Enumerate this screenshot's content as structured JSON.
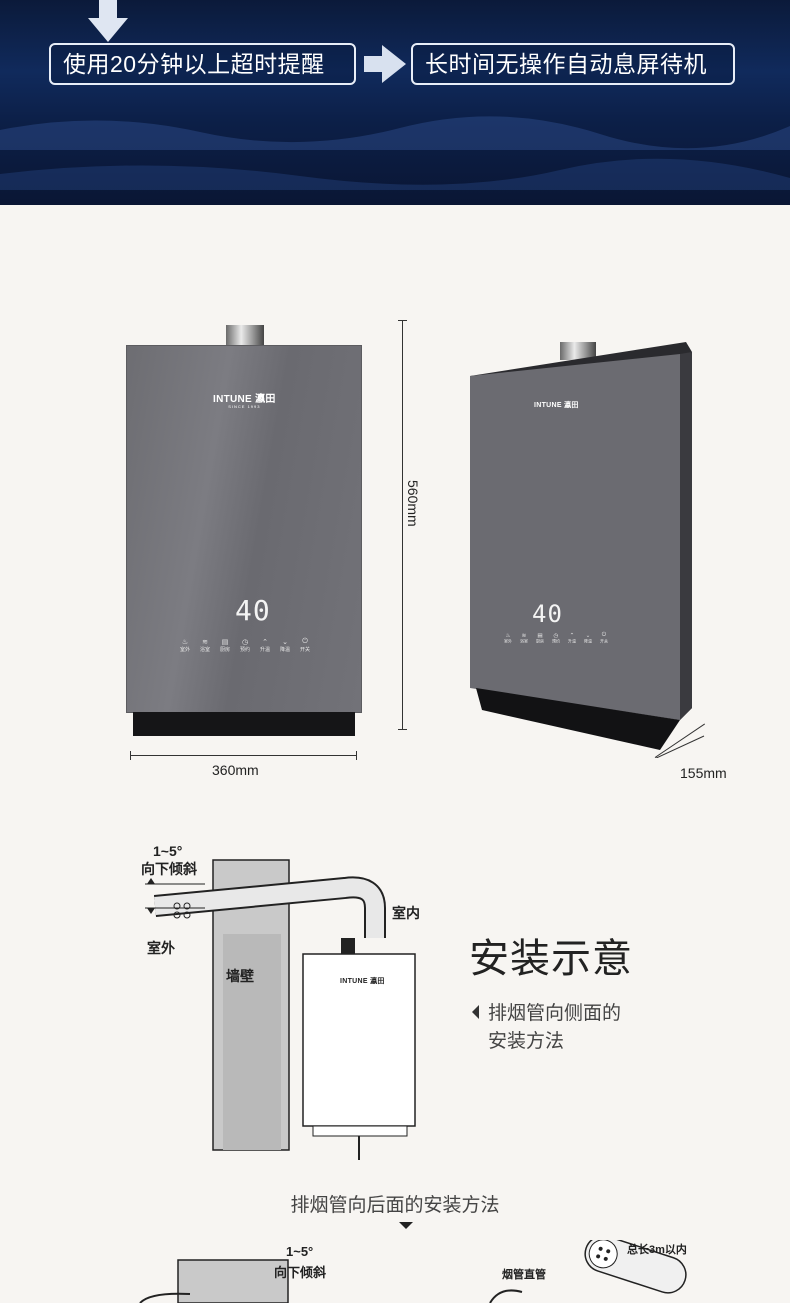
{
  "banner": {
    "left_pill": "使用20分钟以上超时提醒",
    "right_pill": "长时间无操作自动息屏待机",
    "icons": [
      "down-arrow-icon",
      "right-arrow-icon"
    ]
  },
  "product": {
    "brand": "INTUNE",
    "brand_cn": "瀛田",
    "brand_since": "SINCE 1993",
    "display_value": "40",
    "controls": [
      "室外",
      "浴室",
      "厨房",
      "预约",
      "升温",
      "降温",
      "开关"
    ],
    "height_label": "560mm",
    "width_label": "360mm",
    "depth_label": "155mm"
  },
  "install": {
    "angle": "1~5°",
    "slope": "向下倾斜",
    "indoor": "室内",
    "outdoor": "室外",
    "wall": "墙壁",
    "title": "安装示意",
    "desc_line1": "排烟管向侧面的",
    "desc_line2": "安装方法"
  },
  "rear": {
    "title": "排烟管向后面的安装方法",
    "angle": "1~5°",
    "slope": "向下倾斜",
    "straight_pipe": "烟管直管",
    "total_length": "总长3m以内"
  },
  "colors": {
    "banner": "#0f2550",
    "panel": "#727278",
    "background": "#f7f5f2"
  }
}
